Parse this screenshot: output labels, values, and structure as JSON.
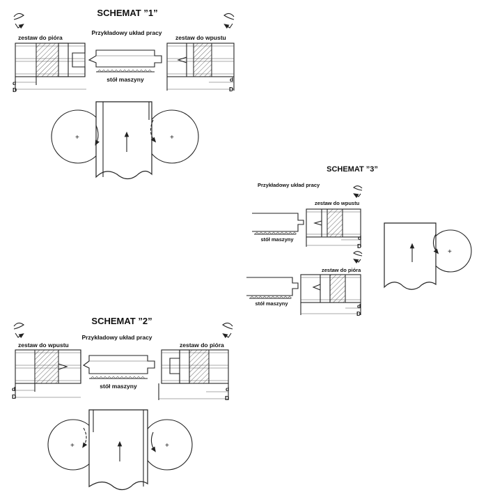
{
  "schemat1": {
    "title": "SCHEMAT ”1”",
    "left_label": "zestaw do pióra",
    "right_label": "zestaw do wpustu",
    "layout_label": "Przykładowy układ pracy",
    "table_label": "stół maszyny",
    "d_left": "d",
    "D_left": "D",
    "d_right": "d",
    "D_right": "D"
  },
  "schemat2": {
    "title": "SCHEMAT ”2”",
    "left_label": "zestaw do wpustu",
    "right_label": "zestaw do pióra",
    "layout_label": "Przykładowy układ pracy",
    "table_label": "stół maszyny",
    "d_left": "d",
    "D_left": "D",
    "d_right": "d",
    "D_right": "D"
  },
  "schemat3": {
    "title": "SCHEMAT ”3”",
    "layout_label": "Przykładowy układ pracy",
    "top_label": "zestaw do wpustu",
    "bottom_label": "zestaw do pióra",
    "table_label_top": "stół maszyny",
    "table_label_bottom": "stół maszyny",
    "d_top": "d",
    "D_top": "D",
    "d_bottom": "d",
    "D_bottom": "D"
  },
  "plus_sign": "+",
  "colors": {
    "line": "#222222",
    "background": "#ffffff"
  }
}
